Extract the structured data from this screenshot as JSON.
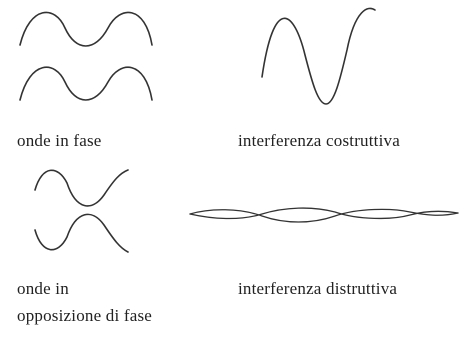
{
  "labels": {
    "in_phase": "onde in fase",
    "constructive": "interferenza costruttiva",
    "opposition_line1": "onde in",
    "opposition_line2": "opposizione di fase",
    "destructive": "interferenza distruttiva"
  },
  "colors": {
    "stroke": "#333333",
    "text": "#222222",
    "background": "#ffffff"
  }
}
